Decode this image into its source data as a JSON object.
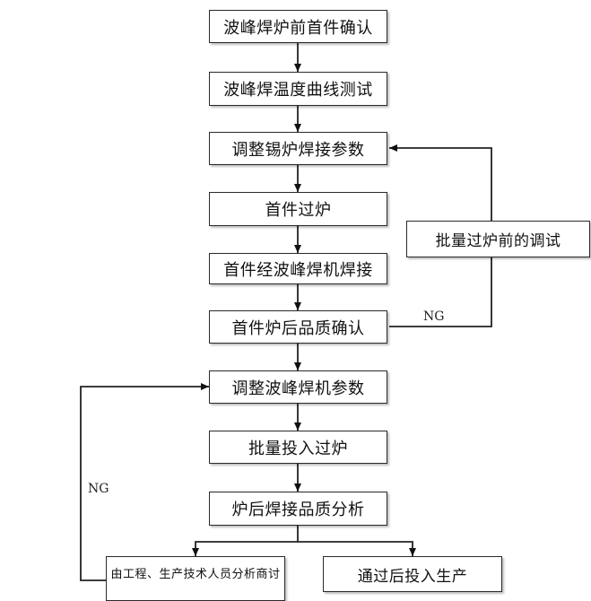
{
  "flowchart": {
    "steps": [
      "波峰焊炉前首件确认",
      "波峰焊温度曲线测试",
      "调整锡炉焊接参数",
      "首件过炉",
      "首件经波峰焊机焊接",
      "首件炉后品质确认",
      "调整波峰焊机参数",
      "批量投入过炉",
      "炉后焊接品质分析"
    ],
    "side_box": "批量过炉前的调试",
    "branch_left": "由工程、生产技术人员分析商讨",
    "branch_right": "通过后投入生产",
    "ng_label_right": "NG",
    "ng_label_left": "NG"
  }
}
